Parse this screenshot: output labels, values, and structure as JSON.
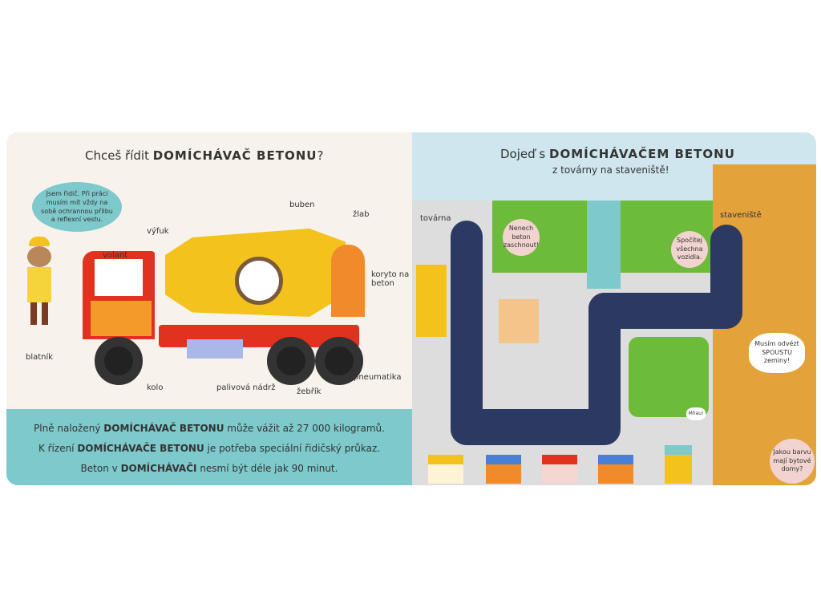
{
  "left_page": {
    "title_prefix": "Chceš řídit",
    "title_bold": "DOMÍCHÁVAČ BETONU",
    "title_suffix": "?",
    "speech": "Jsem řidič. Při práci musím mít vždy na sobě ochrannou přilbu a reflexní vestu.",
    "labels": {
      "vyfuk": "výfuk",
      "buben": "buben",
      "zlab": "žlab",
      "volant": "volant",
      "koryto": "koryto na beton",
      "blatnik": "blatník",
      "kolo": "kolo",
      "nadrz": "palivová nádrž",
      "zebrik": "žebřík",
      "pneumatika": "pneumatika"
    },
    "facts": [
      {
        "pre": "Plně naložený",
        "bold": "DOMÍCHÁVAČ BETONU",
        "post": "může vážit až 27 000 kilogramů."
      },
      {
        "pre": "K řízení",
        "bold": "DOMÍCHÁVAČE BETONU",
        "post": "je potřeba speciální řidičský průkaz."
      },
      {
        "pre": "Beton v",
        "bold": "DOMÍCHÁVAČI",
        "post": "nesmí být déle jak 90 minut."
      }
    ]
  },
  "right_page": {
    "title_prefix": "Dojeď s",
    "title_bold": "DOMÍCHÁVAČEM BETONU",
    "subtitle": "z továrny na staveniště!",
    "start_label": "továrna",
    "end_label": "staveniště",
    "bubbles": [
      "Nenech beton zaschnout!",
      "Spočítej všechna vozidla.",
      "Musím odvézt SPOUSTU zeminy!",
      "Mňau!",
      "Jakou barvu mají bytové domy?"
    ]
  },
  "colors": {
    "teal": "#7ec9cc",
    "road": "#2c3a63",
    "grass": "#6dbb3a",
    "sand": "#e3a23a",
    "yellow": "#f4c21d",
    "red": "#e0321f"
  }
}
